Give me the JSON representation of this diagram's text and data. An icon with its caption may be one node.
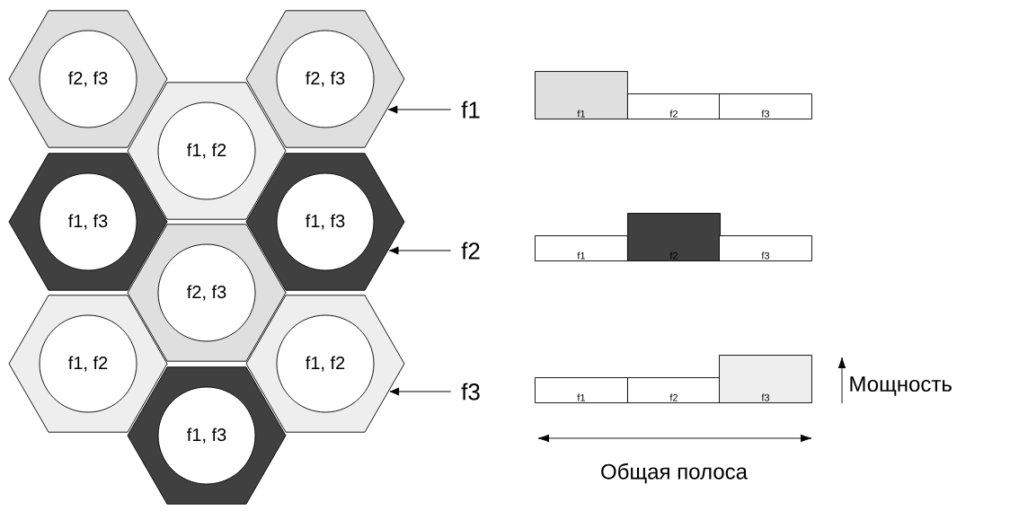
{
  "diagram": {
    "nodes": [
      {
        "text": [],
        "shape": "hexagon"
      },
      {
        "text": [
          "f2, f3"
        ],
        "in": 0
      },
      {
        "text": [],
        "shape": "hexagon"
      },
      {
        "text": [
          "f2, f3"
        ],
        "in": 2
      },
      {
        "text": [],
        "shape": "hexagon"
      },
      {
        "text": [
          "f1, f2"
        ],
        "in": 4
      },
      {
        "text": [],
        "shape": "hexagon"
      },
      {
        "text": [
          "f1, f3"
        ],
        "in": 6
      },
      {
        "text": [],
        "shape": "hexagon"
      },
      {
        "text": [
          "f1, f3"
        ],
        "in": 8
      },
      {
        "text": [],
        "shape": "hexagon"
      },
      {
        "text": [
          "f2, f3"
        ],
        "in": 10
      },
      {
        "text": [],
        "shape": "hexagon"
      },
      {
        "text": [
          "f1, f2"
        ],
        "in": 12
      },
      {
        "text": [],
        "shape": "hexagon"
      },
      {
        "text": [
          "f1, f2"
        ],
        "in": 14
      },
      {
        "text": [],
        "shape": "hexagon"
      },
      {
        "text": [
          "f1, f3"
        ],
        "in": 16
      },
      {
        "text": [
          "f1"
        ]
      },
      {
        "text": [
          "f1"
        ]
      },
      {
        "text": [
          "f2"
        ]
      },
      {
        "text": [
          "f3"
        ]
      },
      {
        "text": [
          "f2"
        ]
      },
      {
        "text": [
          "f1"
        ]
      },
      {
        "text": [
          "f2"
        ]
      },
      {
        "text": [
          "f3"
        ]
      },
      {
        "text": [
          "f3"
        ]
      },
      {
        "text": [
          "f1"
        ]
      },
      {
        "text": [
          "f2"
        ]
      },
      {
        "text": [
          "f3"
        ]
      }
    ],
    "edges": [
      {
        "from": 18,
        "to": 2,
        "arrow": "to"
      },
      {
        "from": 22,
        "to": 8,
        "arrow": "to"
      },
      {
        "from": 26,
        "to": 14,
        "arrow": "to"
      }
    ],
    "labels": [
      "Мощность",
      "Общая полоса"
    ]
  }
}
